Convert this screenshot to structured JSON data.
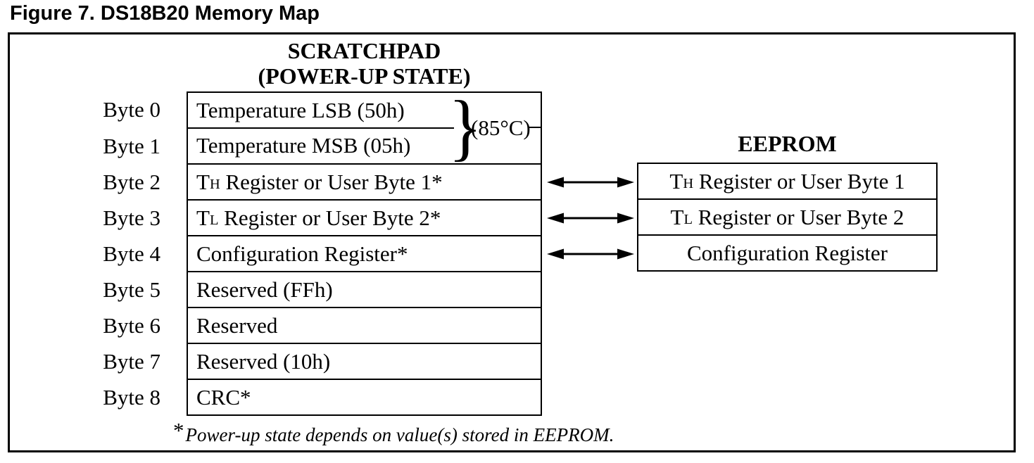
{
  "figure_title": "Figure 7. DS18B20 Memory Map",
  "colors": {
    "ink": "#000000",
    "background": "#ffffff"
  },
  "scratchpad": {
    "title_line1": "SCRATCHPAD",
    "title_line2": "(POWER-UP STATE)",
    "brace_glyph": "}",
    "power_up_value": "(85°C)",
    "rows": [
      {
        "byte": "Byte 0",
        "pre": "Temperature LSB (50h)",
        "sub": "",
        "post": ""
      },
      {
        "byte": "Byte 1",
        "pre": "Temperature MSB (05h)",
        "sub": "",
        "post": ""
      },
      {
        "byte": "Byte 2",
        "pre": "T",
        "sub": "H",
        "post": " Register or User Byte 1*"
      },
      {
        "byte": "Byte 3",
        "pre": "T",
        "sub": "L",
        "post": " Register or User Byte 2*"
      },
      {
        "byte": "Byte 4",
        "pre": "Configuration Register*",
        "sub": "",
        "post": ""
      },
      {
        "byte": "Byte 5",
        "pre": "Reserved (FFh)",
        "sub": "",
        "post": ""
      },
      {
        "byte": "Byte 6",
        "pre": "Reserved",
        "sub": "",
        "post": ""
      },
      {
        "byte": "Byte 7",
        "pre": "Reserved (10h)",
        "sub": "",
        "post": ""
      },
      {
        "byte": "Byte 8",
        "pre": "CRC*",
        "sub": "",
        "post": ""
      }
    ],
    "footnote_marker": "*",
    "footnote_text": "Power-up state depends on value(s) stored in EEPROM."
  },
  "eeprom": {
    "title": "EEPROM",
    "rows": [
      {
        "pre": "T",
        "sub": "H",
        "post": " Register or User Byte 1"
      },
      {
        "pre": "T",
        "sub": "L",
        "post": " Register or User Byte 2"
      },
      {
        "pre": "Configuration Register",
        "sub": "",
        "post": ""
      }
    ]
  },
  "arrows": {
    "type": "double-headed",
    "count": 3
  }
}
